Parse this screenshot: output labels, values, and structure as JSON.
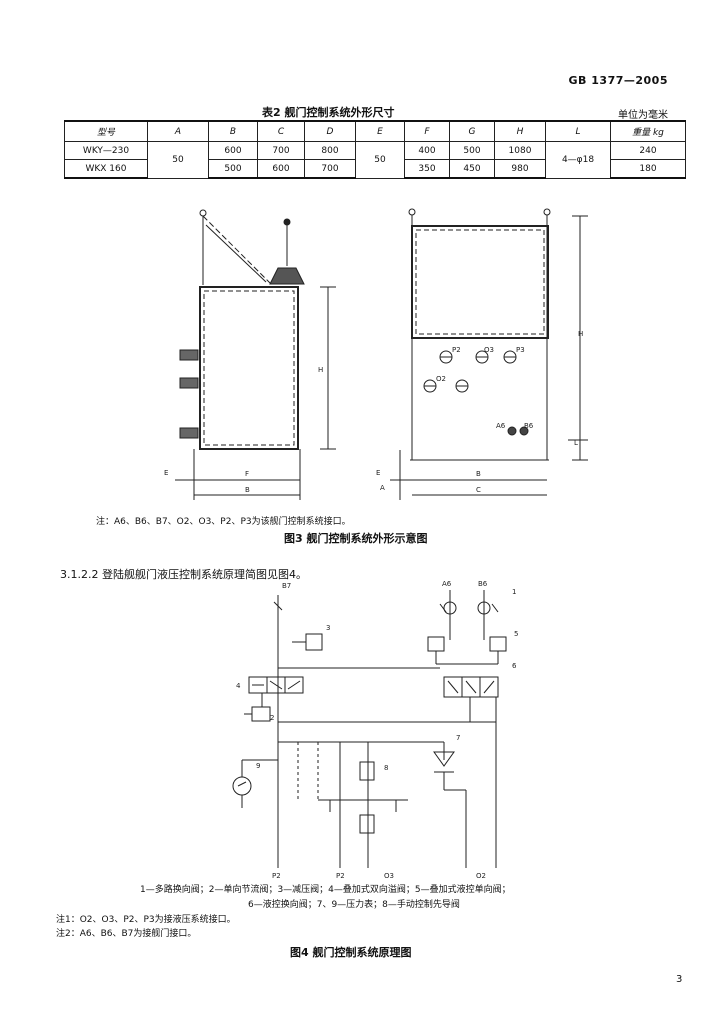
{
  "header": {
    "standard_no": "GB 1377—2005"
  },
  "table2": {
    "caption": "表2  舰门控制系统外形尺寸",
    "unit": "单位为毫米",
    "headers": [
      "型号",
      "A",
      "B",
      "C",
      "D",
      "E",
      "F",
      "G",
      "H",
      "L",
      "重量  kg"
    ],
    "rows": [
      {
        "model": "WKY—230",
        "B": "600",
        "C": "700",
        "D": "800",
        "F": "400",
        "G": "500",
        "H": "1080",
        "weight": "240"
      },
      {
        "model": "WKX  160",
        "B": "500",
        "C": "600",
        "D": "700",
        "F": "350",
        "G": "450",
        "H": "980",
        "weight": "180"
      }
    ],
    "merged_A": "50",
    "merged_E": "50",
    "merged_L": "4—φ18"
  },
  "figure3": {
    "note": "注：A6、B6、B7、O2、O3、P2、P3为该舰门控制系统接口。",
    "caption": "图3   舰门控制系统外形示意图",
    "labels": [
      "P2",
      "O3",
      "P3",
      "O2",
      "A6",
      "B6",
      "H",
      "H",
      "E",
      "F",
      "B",
      "E",
      "B",
      "C",
      "L",
      "A"
    ]
  },
  "paragraph": "3.1.2.2   登陆舰舰门液压控制系统原理简图见图4。",
  "figure4": {
    "labels": [
      "A6",
      "B6",
      "B7",
      "1",
      "2",
      "3",
      "4",
      "5",
      "6",
      "7",
      "8",
      "9",
      "P2",
      "P2",
      "O3",
      "O2"
    ],
    "legend_line1": "1—多路换向阀；2—单向节流阀；3—减压阀；4—叠加式双向溢阀；5—叠加式液控单向阀；",
    "legend_line2": "6—液控换向阀；7、9—压力表；8—手动控制先导阀",
    "note1": "注1：O2、O3、P2、P3为接液压系统接口。",
    "note2": "注2：A6、B6、B7为接舰门接口。",
    "caption": "图4   舰门控制系统原理图"
  },
  "footer": {
    "page_number": "3"
  }
}
